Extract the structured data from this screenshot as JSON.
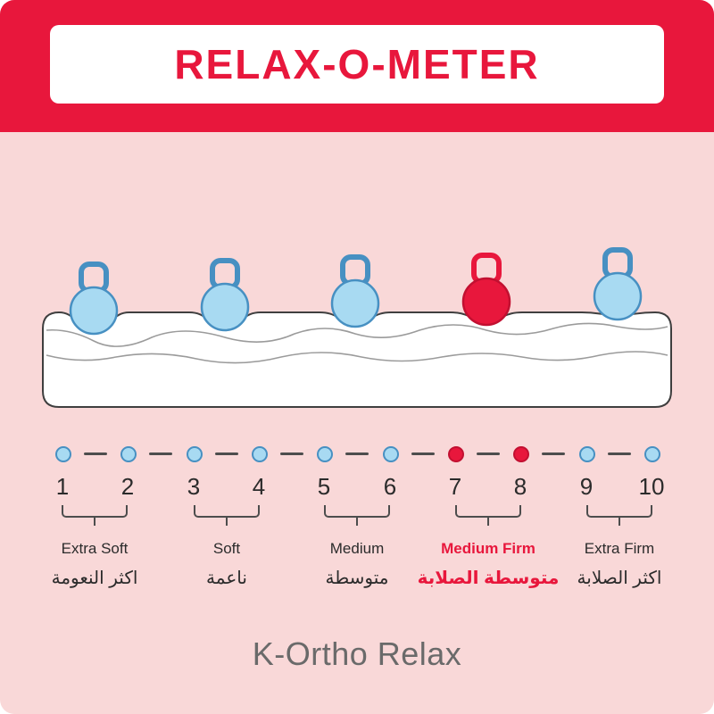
{
  "header": {
    "title": "RELAX-O-METER"
  },
  "mattress": {
    "kettlebells": [
      "blue",
      "blue",
      "blue",
      "red",
      "blue"
    ]
  },
  "scale": {
    "numbers": [
      "1",
      "2",
      "3",
      "4",
      "5",
      "6",
      "7",
      "8",
      "9",
      "10"
    ],
    "dots": [
      "blue",
      "blue",
      "blue",
      "blue",
      "blue",
      "blue",
      "red",
      "red",
      "blue",
      "blue"
    ],
    "groups": [
      {
        "label_en": "Extra Soft",
        "label_ar": "اكثر النعومة",
        "highlight": false
      },
      {
        "label_en": "Soft",
        "label_ar": "ناعمة",
        "highlight": false
      },
      {
        "label_en": "Medium",
        "label_ar": "متوسطة",
        "highlight": false
      },
      {
        "label_en": "Medium Firm",
        "label_ar": "متوسطة الصلابة",
        "highlight": true
      },
      {
        "label_en": "Extra Firm",
        "label_ar": "اكثر الصلابة",
        "highlight": false
      }
    ]
  },
  "footer": {
    "product_name": "K-Ortho Relax"
  },
  "colors": {
    "accent_red": "#e8173c",
    "light_blue": "#a8daf2",
    "blue_stroke": "#4790c2",
    "background_pink": "#f9d8d8",
    "text_dark": "#2b2b2b",
    "footer_gray": "#6a6a6a"
  }
}
